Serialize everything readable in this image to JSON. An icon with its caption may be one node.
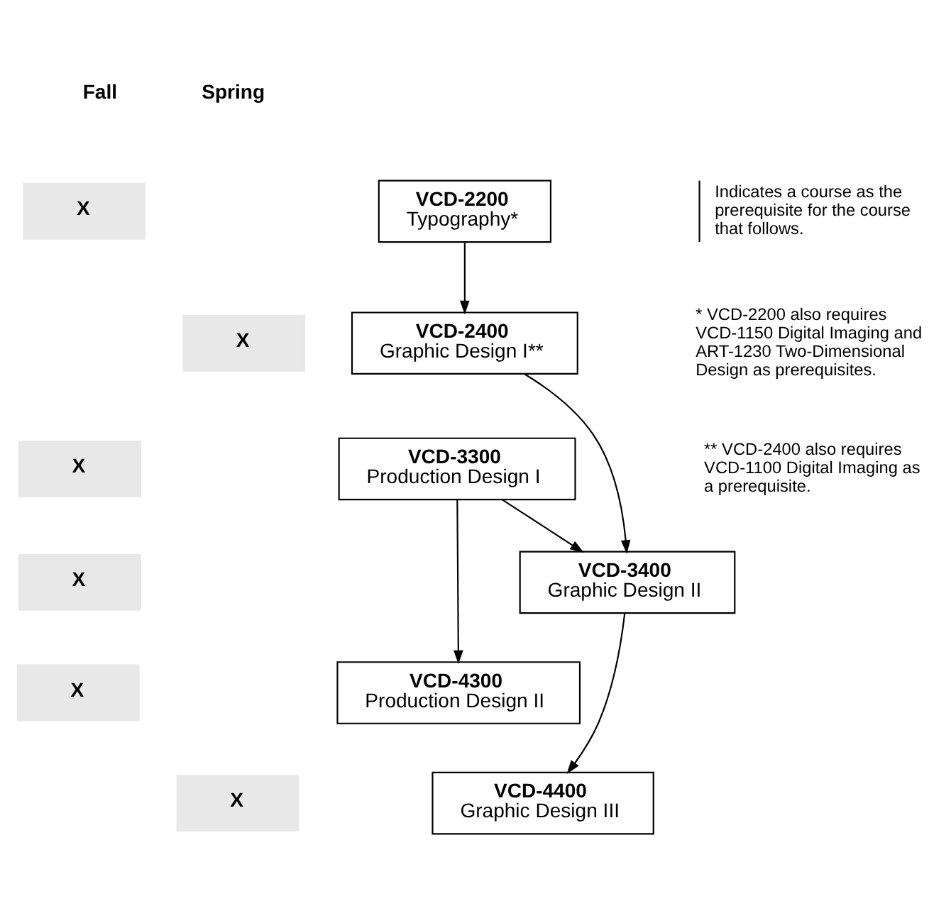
{
  "diagram": {
    "nodes": [
      {
        "text": [
          "VCD-2200",
          "Typography*"
        ]
      },
      {
        "text": [
          "VCD-2400",
          "Graphic Design I**"
        ]
      },
      {
        "text": [
          "VCD-3300",
          "Production Design I"
        ]
      },
      {
        "text": [
          "VCD-3400",
          "Graphic Design II"
        ]
      },
      {
        "text": [
          "VCD-4300",
          "Production Design II"
        ]
      },
      {
        "text": [
          "VCD-4400",
          "Graphic Design III"
        ]
      }
    ],
    "edges": [
      {
        "from": 0,
        "to": 1,
        "arrow": "to"
      },
      {
        "from": 1,
        "to": 3,
        "arrow": "to"
      },
      {
        "from": 2,
        "to": 3,
        "arrow": "to"
      },
      {
        "from": 2,
        "to": 4,
        "arrow": "to"
      },
      {
        "from": 3,
        "to": 5,
        "arrow": "to"
      }
    ],
    "labels": [
      "Fall",
      "Spring",
      "X",
      "X",
      "X",
      "X",
      "X",
      "X",
      "* VCD-2200 also requires VCD-1150 Digital Imaging and ART-1230 Two-Dimensional Design as prerequisites.",
      "** VCD-2400 also requires VCD-1100 Digital Imaging as a prerequisite."
    ],
    "legend": [
      {
        "text": "Indicates a course as the prerequisite for the course that follows."
      }
    ]
  }
}
